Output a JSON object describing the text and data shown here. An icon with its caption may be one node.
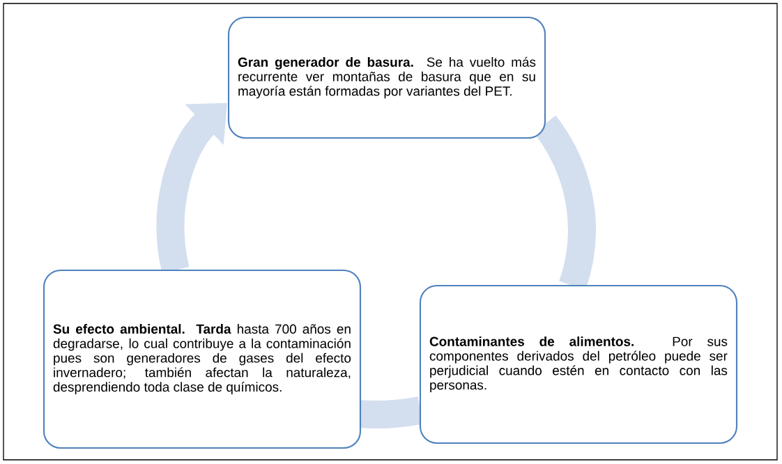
{
  "diagram": {
    "nodes": [
      {
        "text": [
          "**Gran generador de basura.** Se ha vuelto más recurrente ver montañas de basura que en su mayoría están formadas por variantes del PET."
        ]
      },
      {
        "text": [
          "**Contaminantes de alimentos.** Por sus componentes derivados del petróleo puede ser perjudicial cuando estén en contacto con las personas."
        ]
      },
      {
        "text": [
          "**Su efecto ambiental. Tarda** hasta 700 años en degradarse, lo cual contribuye a la contaminación pues son generadores de gases del efecto invernadero; también afectan la naturaleza, desprendiendo toda clase de químicos."
        ]
      }
    ],
    "edges": [
      {
        "from": 0,
        "to": 1,
        "arrow": "none"
      },
      {
        "from": 1,
        "to": 2,
        "arrow": "none"
      },
      {
        "from": 2,
        "to": 0,
        "arrow": "to"
      }
    ]
  }
}
